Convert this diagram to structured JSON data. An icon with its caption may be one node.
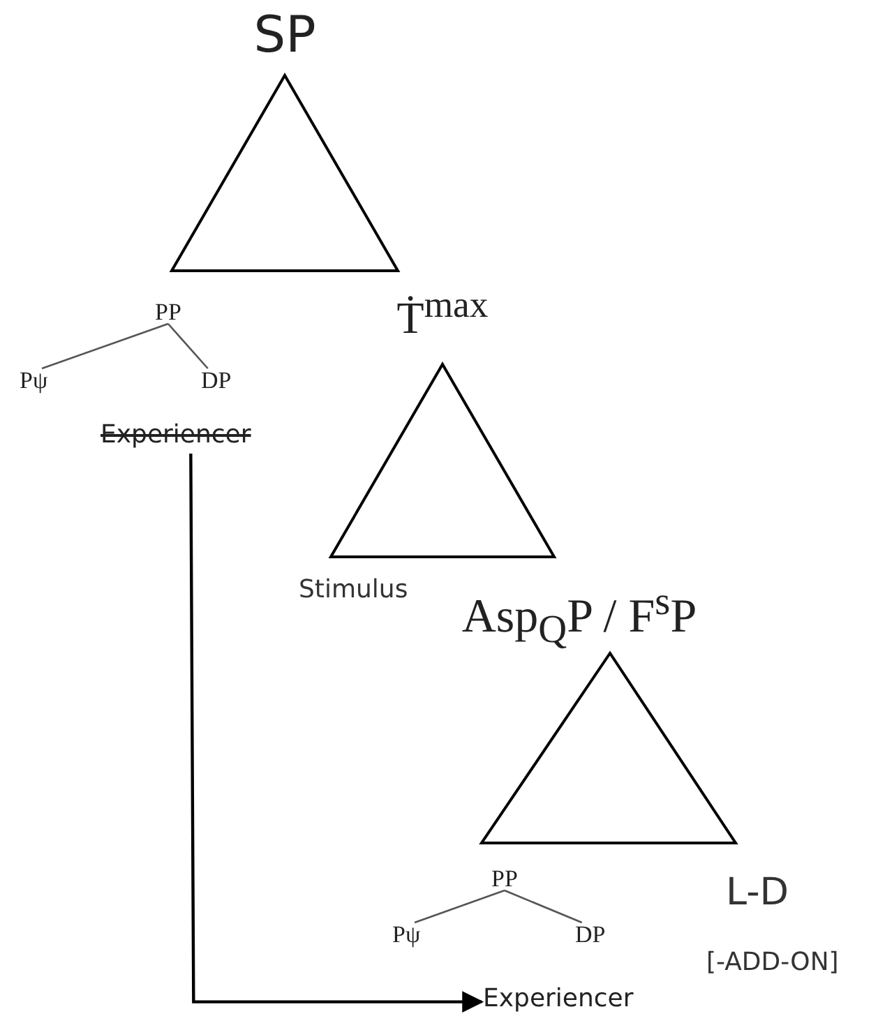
{
  "diagram": {
    "nodes": [
      {
        "text": [
          "SP"
        ]
      },
      {
        "text": [
          "PP"
        ]
      },
      {
        "text": [
          "Pψ"
        ]
      },
      {
        "text": [
          "DP"
        ]
      },
      {
        "text": [
          "Experiencer"
        ]
      },
      {
        "text": [
          "Ṫ$^{max}$"
        ]
      },
      {
        "text": [
          "Asp$_{Q}$P / F$^{s}$P"
        ]
      },
      {
        "text": [
          "PP"
        ]
      },
      {
        "text": [
          "Pψ"
        ]
      },
      {
        "text": [
          "DP"
        ]
      },
      {
        "text": [
          "Experiencer"
        ]
      }
    ],
    "edges": [
      {
        "from": 1,
        "to": 2,
        "arrow": "none"
      },
      {
        "from": 1,
        "to": 3,
        "arrow": "none"
      },
      {
        "from": 7,
        "to": 8,
        "arrow": "none"
      },
      {
        "from": 7,
        "to": 9,
        "arrow": "none"
      },
      {
        "from": 4,
        "to": 10,
        "arrow": "to"
      }
    ],
    "labels": [
      "Stimulus",
      "L-D",
      "[-ADD-ON]"
    ]
  }
}
